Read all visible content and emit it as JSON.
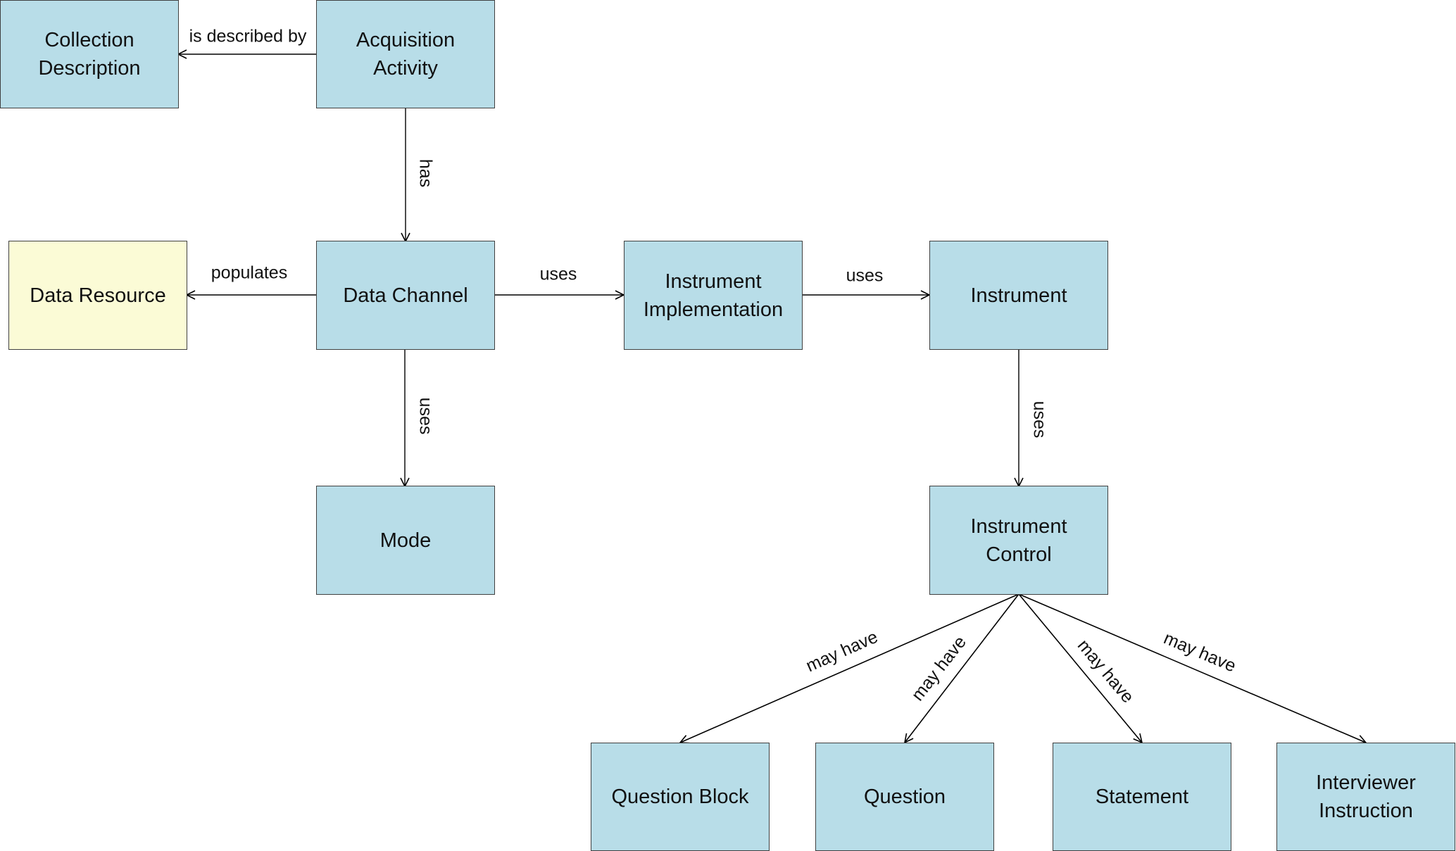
{
  "nodes": {
    "collection_description": "Collection\nDescription",
    "acquisition_activity": "Acquisition\nActivity",
    "data_resource": "Data Resource",
    "data_channel": "Data Channel",
    "instrument_implementation": "Instrument\nImplementation",
    "instrument": "Instrument",
    "mode": "Mode",
    "instrument_control": "Instrument\nControl",
    "question_block": "Question Block",
    "question": "Question",
    "statement": "Statement",
    "interviewer_instruction": "Interviewer\nInstruction"
  },
  "edges": {
    "is_described_by": "is described by",
    "has": "has",
    "populates": "populates",
    "uses_dc_ii": "uses",
    "uses_ii_instr": "uses",
    "uses_dc_mode": "uses",
    "uses_instr_ic": "uses",
    "may_have_qb": "may have",
    "may_have_q": "may have",
    "may_have_st": "may have",
    "may_have_ii": "may have"
  },
  "colors": {
    "node_fill": "#b8dde8",
    "data_resource_fill": "#fbfbd6",
    "border": "#404040",
    "line": "#000000"
  }
}
